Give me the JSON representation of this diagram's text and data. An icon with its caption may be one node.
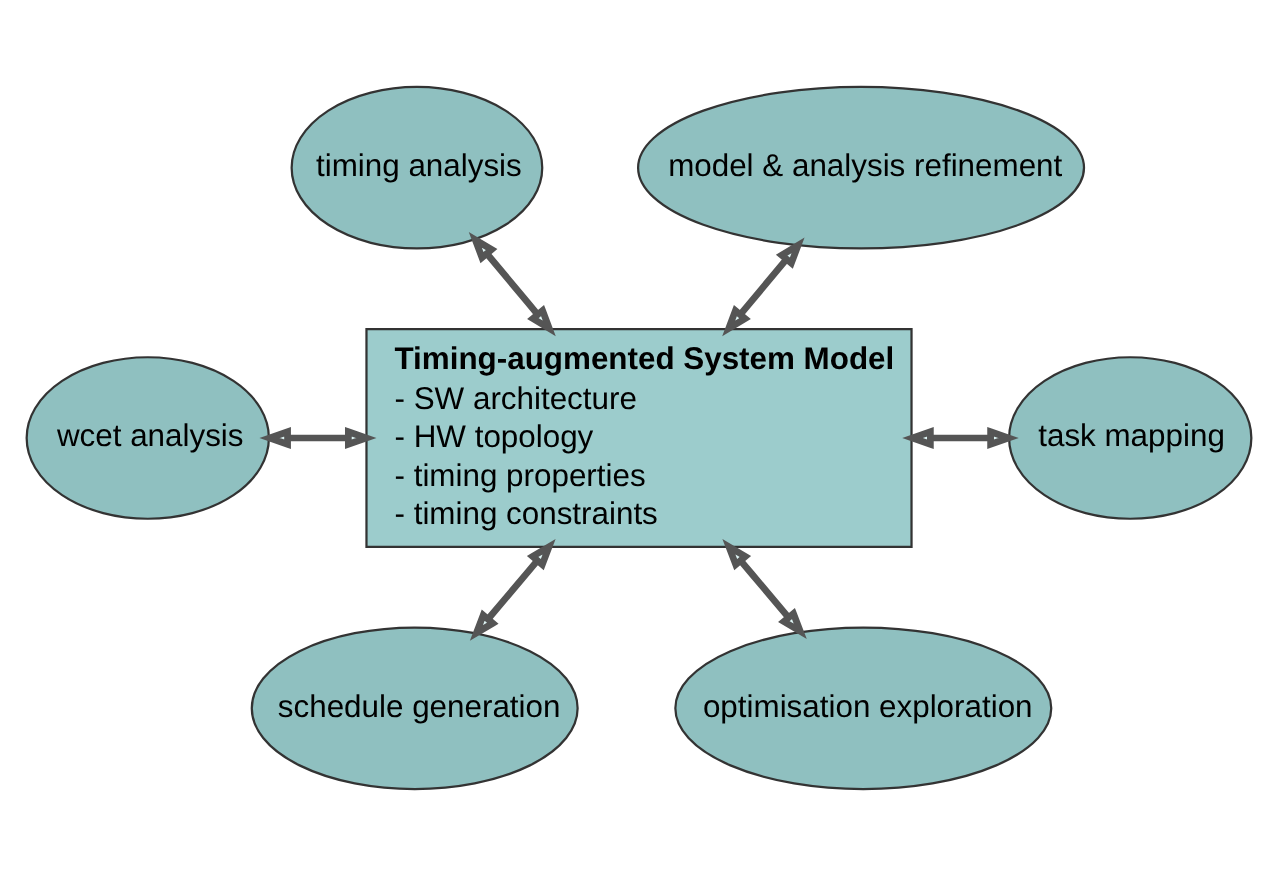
{
  "diagram": {
    "nodes": [
      {
        "text": [
          "Timing-augmented System Model",
          "- SW architecture",
          "- HW topology",
          "- timing properties",
          "- timing constraints"
        ]
      },
      {
        "text": [
          "timing analysis"
        ]
      },
      {
        "text": [
          "model & analysis refinement"
        ]
      },
      {
        "text": [
          "wcet analysis"
        ]
      },
      {
        "text": [
          "task mapping"
        ]
      },
      {
        "text": [
          "schedule generation"
        ]
      },
      {
        "text": [
          "optimisation exploration"
        ]
      }
    ],
    "edges": [
      {
        "from": 1,
        "to": 0,
        "arrow": "both"
      },
      {
        "from": 2,
        "to": 0,
        "arrow": "both"
      },
      {
        "from": 3,
        "to": 0,
        "arrow": "both"
      },
      {
        "from": 0,
        "to": 4,
        "arrow": "both"
      },
      {
        "from": 0,
        "to": 5,
        "arrow": "both"
      },
      {
        "from": 0,
        "to": 6,
        "arrow": "both"
      }
    ]
  }
}
